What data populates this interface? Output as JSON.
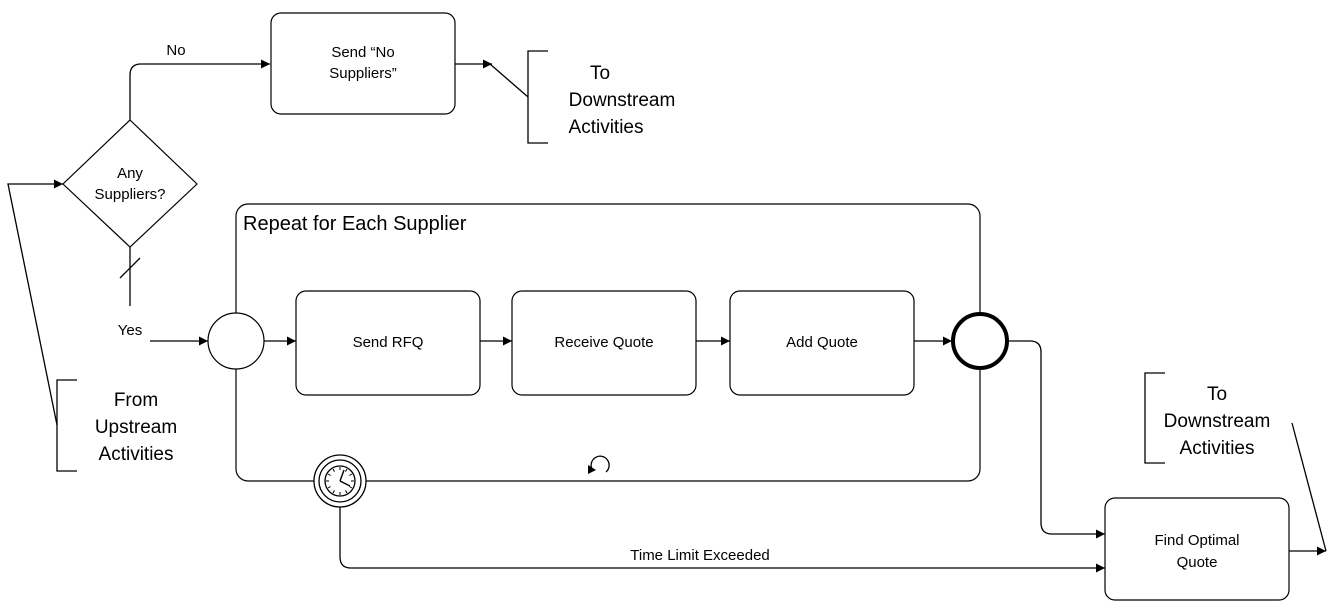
{
  "gateway": {
    "lines": [
      "Any",
      "Suppliers?"
    ]
  },
  "flows": {
    "no_label": "No",
    "yes_label": "Yes",
    "timeout_label": "Time Limit Exceeded"
  },
  "tasks": {
    "send_no_suppliers": [
      "Send “No",
      "Suppliers”"
    ],
    "send_rfq": "Send RFQ",
    "receive_quote": "Receive Quote",
    "add_quote": "Add Quote",
    "find_optimal_quote": [
      "Find Optimal",
      "Quote"
    ]
  },
  "subprocess": {
    "title": "Repeat for Each Supplier"
  },
  "annotations": {
    "upstream": [
      "From",
      "Upstream",
      "Activities"
    ],
    "downstream_top": [
      "To",
      "Downstream",
      "Activities"
    ],
    "downstream_right": [
      "To",
      "Downstream",
      "Activities"
    ]
  }
}
